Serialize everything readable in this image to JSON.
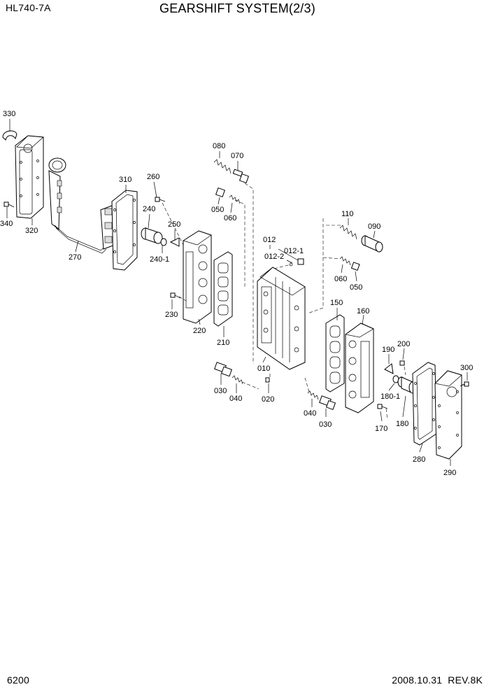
{
  "header": {
    "model": "HL740-7A",
    "title": "GEARSHIFT SYSTEM(2/3)"
  },
  "footer": {
    "page": "6200",
    "date": "2008.10.31",
    "revision": "REV.8K"
  },
  "callouts": {
    "p330": "330",
    "p340": "340",
    "p320": "320",
    "p270": "270",
    "p310": "310",
    "p260": "260",
    "p240": "240",
    "p250": "250",
    "p240_1": "240-1",
    "p230": "230",
    "p220": "220",
    "p080": "080",
    "p070": "070",
    "p050a": "050",
    "p060a": "060",
    "p210": "210",
    "p030a": "030",
    "p040a": "040",
    "p012": "012",
    "p012_1": "012-1",
    "p012_2": "012-2",
    "p010": "010",
    "p020": "020",
    "p110": "110",
    "p090": "090",
    "p060b": "060",
    "p050b": "050",
    "p150": "150",
    "p160": "160",
    "p040b": "040",
    "p030b": "030",
    "p190": "190",
    "p200": "200",
    "p180_1": "180-1",
    "p170": "170",
    "p180": "180",
    "p300": "300",
    "p280": "280",
    "p290": "290"
  }
}
